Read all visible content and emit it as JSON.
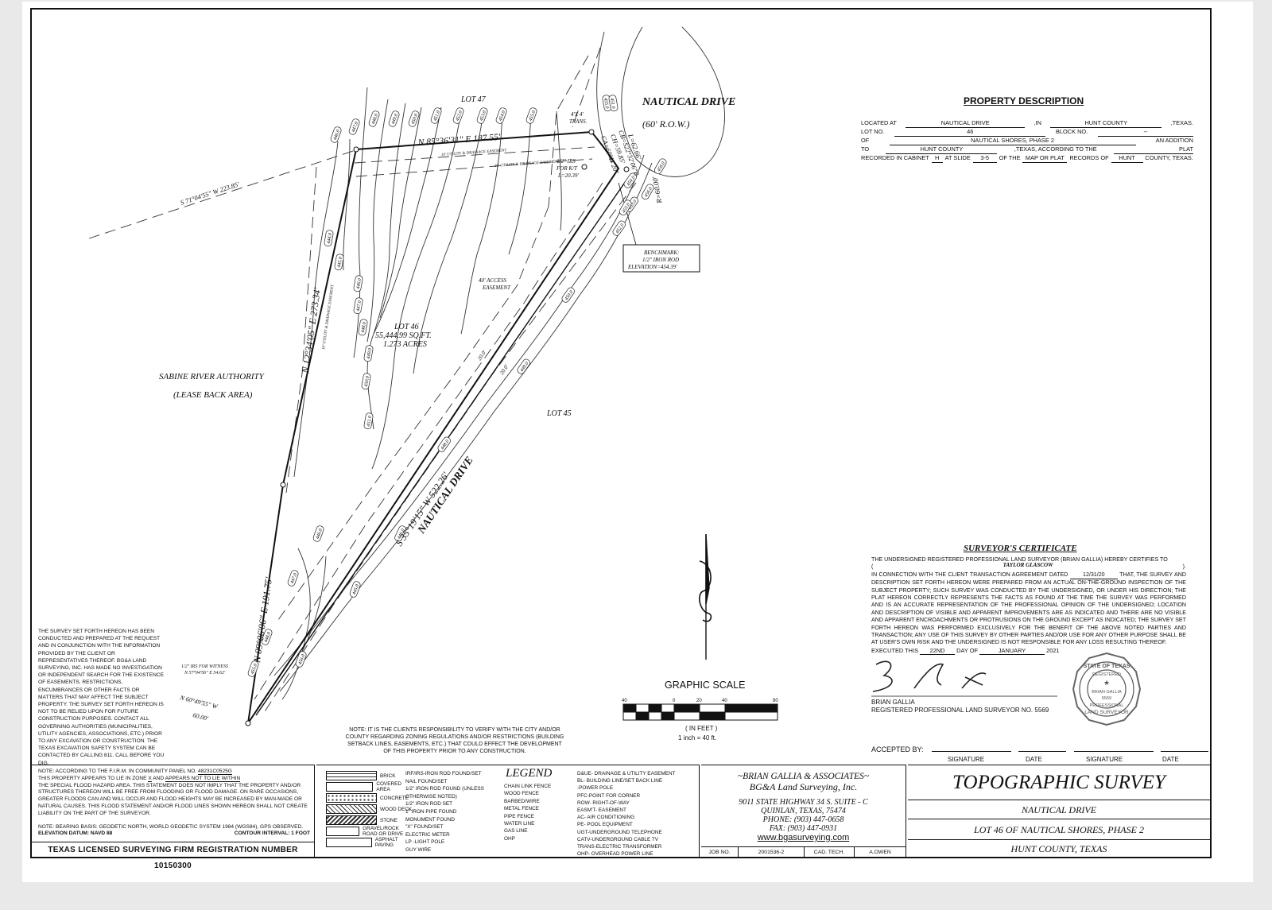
{
  "property_description": {
    "title": "PROPERTY DESCRIPTION",
    "located_at_label": "LOCATED AT",
    "located_at": "NAUTICAL DRIVE",
    "in_label": ",IN",
    "county": "HUNT COUNTY",
    "state_suffix": ",TEXAS.",
    "lot_label": "LOT NO.",
    "lot_no": "46",
    "block_label": "BLOCK NO.",
    "block_no": "--",
    "of_label": "OF",
    "addition": "NAUTICAL SHORES, PHASE 2",
    "addition_suffix": "AN ADDITION",
    "to_label": "TO",
    "to_county": "HUNT COUNTY",
    "according": ",TEXAS, ACCORDING TO THE",
    "plat_word": "PLAT",
    "recorded_prefix": "RECORDED IN CABINET",
    "cabinet": "H",
    "at_slide": "AT SLIDE",
    "slide": "3-5",
    "of_the": "OF THE",
    "map_word": "MAP OR PLAT",
    "records_of": "RECORDS OF",
    "records_county": "HUNT",
    "county_suffix": "COUNTY, TEXAS."
  },
  "plat": {
    "street_name": "NAUTICAL DRIVE",
    "street_row": "(60' R.O.W.)",
    "lot47": "LOT 47",
    "lot45": "LOT 45",
    "lot46": "LOT 46",
    "lot46_sqft": "55,444.99 SQ.FT.",
    "lot46_acres": "1.273 ACRES",
    "sra1": "SABINE RIVER AUTHORITY",
    "sra2": "(LEASE BACK AREA)",
    "bearing_north": "N 85°36'31\" E 187.55'",
    "bearing_west": "N 12°34'05\" E 273.34'",
    "bearing_sw": "N 09°06'06\" E 191.75'",
    "bearing_se": "S 35°19'15\" W 522.26'",
    "bearing_ext": "S 71°04'55\" W 223.85'",
    "bearing_corner": "N 60°49'55\" W",
    "corner_dist": "60.00'",
    "curve_l": "L=62.66'",
    "curve_r": "R=60.00'",
    "curve_cb": "CB=S22°32'06\"E",
    "curve_ch": "CH=59.85'",
    "curve_ca": "CA=60°11'20\"",
    "utility_n1": "10' UTILITY & DRAINAGE EASEMENT",
    "utility_n2": "20' UTILITY & DRAINAGE EASEMENT",
    "utility_w": "10' UTILITY & DRAINAGE EASEMENT",
    "access1": "40' ACCESS",
    "access2": "EASEMENT",
    "trans1": "4'X 4'",
    "trans2": "TRANS.",
    "irs1": "1/2\" IRS",
    "irs2": "FOR K/T",
    "irs3": "L=20.39'",
    "bm1": "BENCHMARK:",
    "bm2": "1/2\" IRON ROD",
    "bm3": "ELEVATION=454.39'",
    "witness1": "1/2\" IRS FOR WITNESS",
    "witness2": "N 57°04'56\" E 54.62'",
    "dim20a": "20.0'",
    "dim20b": "20.0'",
    "contours": [
      "446.0",
      "447.0",
      "448.0",
      "449.0",
      "450.0",
      "451.0",
      "452.0",
      "453.0",
      "454.0",
      "455.0",
      "444.0",
      "445.0",
      "446.0",
      "447.0",
      "448.0",
      "449.0",
      "450.0",
      "451.0",
      "454.0",
      "453.0",
      "452.0",
      "450.0",
      "449.0",
      "448.0",
      "446.0",
      "445.0",
      "446.0",
      "447.0",
      "448.0",
      "455.0",
      "456.0",
      "456.0",
      "456.0",
      "455.0",
      "455.0",
      "451.0"
    ]
  },
  "note_left": "THE SURVEY SET FORTH HEREON HAS BEEN CONDUCTED AND PREPARED AT THE REQUEST AND IN CONJUNCTION WITH THE INFORMATION PROVIDED BY THE CLIENT OR REPRESENTATIVES THEREOF. BG&A LAND SURVEYING, INC. HAS MADE NO INVESTIGATION OR INDEPENDENT SEARCH FOR THE EXISTENCE OF EASEMENTS, RESTRICTIONS, ENCUMBRANCES OR OTHER FACTS OR MATTERS THAT MAY AFFECT THE SUBJECT PROPERTY. THE SURVEY SET FORTH HEREON IS NOT TO BE RELIED UPON FOR FUTURE CONSTRUCTION PURPOSES. CONTACT ALL GOVERNING AUTHORITIES (MUNICIPALITIES, UTILITY AGENCIES, ASSOCIATIONS, ETC.) PRIOR TO ANY EXCAVATION OR CONSTRUCTION. THE TEXAS EXCAVATION SAFETY SYSTEM CAN BE CONTACTED BY CALLING 811. CALL BEFORE YOU DIG.",
  "note_center": "NOTE: IT IS THE CLIENTS RESPONSIBILITY TO VERIFY WITH THE CITY AND/OR COUNTY REGARDING ZONING REGULATIONS AND/OR RESTRICTIONS (BUILDING SETBACK LINES, EASEMENTS, ETC.) THAT COULD EFFECT THE DEVELOPMENT OF THIS PROPERTY PRIOR TO ANY CONSTRUCTION.",
  "scale": {
    "title": "GRAPHIC SCALE",
    "ticks": [
      "40",
      "0",
      "20",
      "40",
      "80"
    ],
    "unit": "( IN FEET )",
    "inch": "1 inch = 40 ft."
  },
  "certificate": {
    "title": "SURVEYOR'S CERTIFICATE",
    "client": "TAYLOR GLASCOW",
    "line1": "THE UNDERSIGNED REGISTERED PROFESSIONAL LAND SURVEYOR (BRIAN GALLIA) HEREBY CERTIFIES TO",
    "paren_open": "(",
    "paren_close": ").",
    "body_pre": "IN CONNECTION WITH THE CLIENT TRANSACTION AGREEMENT DATED",
    "agreement_date": "12/31/20",
    "body": "THAT, THE SURVEY AND DESCRIPTION SET FORTH HEREON WERE PREPARED FROM AN ACTUAL ON-THE-GROUND INSPECTION OF THE SUBJECT PROPERTY; SUCH SURVEY WAS CONDUCTED BY THE UNDERSIGNED, OR UNDER HIS DIRECTION; THE PLAT HEREON CORRECTLY REPRESENTS THE FACTS AS FOUND AT THE TIME THE SURVEY WAS PERFORMED AND IS AN ACCURATE REPRESENTATION OF THE PROFESSIONAL OPINION OF THE UNDERSIGNED; LOCATION AND DESCRIPTION OF VISIBLE AND APPARENT IMPROVEMENTS ARE AS INDICATED AND THERE ARE NO VISIBLE AND APPARENT ENCROACHMENTS OR PROTRUSIONS ON THE GROUND EXCEPT AS INDICATED; THE SURVEY SET FORTH HEREON WAS PERFORMED EXCLUSIVELY FOR THE BENEFIT OF THE ABOVE NOTED PARTIES AND TRANSACTION; ANY USE OF THIS SURVEY BY OTHER PARTIES AND/OR USE FOR ANY OTHER PURPOSE SHALL BE AT USER'S OWN RISK AND THE UNDERSIGNED IS NOT RESPONSIBLE FOR ANY LOSS RESULTING THEREOF.",
    "executed_label": "EXECUTED THIS",
    "day": "22ND",
    "day_of": "DAY OF",
    "month": "JANUARY",
    "year": "2021",
    "name": "BRIAN GALLIA",
    "reg": "REGISTERED PROFESSIONAL LAND SURVEYOR NO. 5569",
    "seal_top": "STATE OF TEXAS",
    "seal_reg": "REGISTERED",
    "seal_name": "BRIAN GALLIA",
    "seal_no": "5569",
    "seal_prof": "PROFESSIONAL",
    "seal_bottom": "LAND SURVEYOR"
  },
  "accepted": {
    "label": "ACCEPTED BY:",
    "sig1": "SIGNATURE",
    "date1": "DATE",
    "sig2": "SIGNATURE",
    "date2": "DATE"
  },
  "fema": {
    "line_pre": "NOTE: ACCORDING TO THE F.I.R.M. IN COMMUNITY PANEL NO.",
    "panel": "48231C0525G",
    "zone_pre": "THIS PROPERTY APPEARS TO LIE IN ZONE",
    "zone": "X",
    "zone_mid": "AND",
    "zone_post": "APPEARS NOT TO LIE WITHIN",
    "body": "THE SPECIAL FLOOD HAZARD AREA. THIS STATEMENT DOES NOT IMPLY THAT THE PROPERTY AND/OR STRUCTURES THEREON WILL BE FREE FROM FLOODING OR FLOOD DAMAGE. ON RARE OCCASIONS, GREATER FLOODS CAN AND WILL OCCUR AND FLOOD HEIGHTS MAY BE INCREASED BY MAN-MADE OR NATURAL CAUSES. THIS FLOOD STATEMENT AND/OR FLOOD LINES SHOWN HEREON SHALL NOT CREATE LIABILITY ON THE PART OF THE SURVEYOR.",
    "bearing": "NOTE: BEARING BASIS: GEODETIC NORTH, WORLD GEODETIC SYSTEM 1984 (WGS84), GPS OBSERVED.",
    "datum": "ELEVATION DATUM: NAVD 88",
    "contour": "CONTOUR INTERVAL: 1 FOOT",
    "reg": "TEXAS LICENSED SURVEYING FIRM REGISTRATION NUMBER 10150300"
  },
  "legend": {
    "title": "LEGEND",
    "materials": [
      "BRICK",
      "COVERED AREA",
      "CONCRETE",
      "WOOD DECK",
      "STONE",
      "GRAVEL/ROCK ROAD OR DRIVE",
      "ASPHALT PAVING"
    ],
    "symbols": [
      "IRF/IRS-IRON ROD FOUND/SET",
      "NAIL FOUND/SET",
      "1/2\" IRON ROD FOUND (UNLESS OTHERWISE NOTED)",
      "1/2\" IRON ROD SET",
      "1\" IRON PIPE FOUND",
      "MONUMENT FOUND",
      "\"X\" FOUND/SET",
      "ELECTRIC METER",
      "LP -LIGHT POLE",
      "GUY WIRE"
    ],
    "lines": [
      "CHAIN LINK FENCE",
      "WOOD FENCE",
      "BARBED/WIRE",
      "METAL FENCE",
      "PIPE FENCE",
      "WATER LINE",
      "GAS LINE",
      "OHP"
    ],
    "abbr": [
      "D&UE- DRAINAGE & UTILITY EASEMENT",
      "BL- BUILDING LINE/SET BACK LINE",
      "-POWER POLE",
      "PFC-POINT FOR CORNER",
      "ROW- RIGHT-OF-WAY",
      "EASM'T- EASEMENT",
      "AC- AIR CONDITIONING",
      "PE- POOL EQUIPMENT",
      "UGT-UNDERGROUND TELEPHONE",
      "CATV-UNDERGROUND CABLE TV",
      "TRANS-ELECTRIC TRANSFORMER",
      "OHP- OVERHEAD POWER LINE"
    ]
  },
  "company": {
    "name": "~BRIAN GALLIA & ASSOCIATES~",
    "sub": "BG&A Land Surveying, Inc.",
    "addr1": "9011 STATE HIGHWAY 34 S. SUITE - C",
    "addr2": "QUINLAN, TEXAS, 75474",
    "phone": "PHONE: (903) 447-0658",
    "fax": "FAX: (903) 447-0931",
    "web": "www.bgasurveying.com",
    "job_label": "JOB NO.",
    "job": "2001536-2",
    "cad_label": "CAD. TECH.",
    "cad": "A.OWEN"
  },
  "title_block": {
    "title": "TOPOGRAPHIC SURVEY",
    "street": "NAUTICAL DRIVE",
    "lot": "LOT 46 OF NAUTICAL SHORES, PHASE 2",
    "county": "HUNT COUNTY, TEXAS"
  }
}
